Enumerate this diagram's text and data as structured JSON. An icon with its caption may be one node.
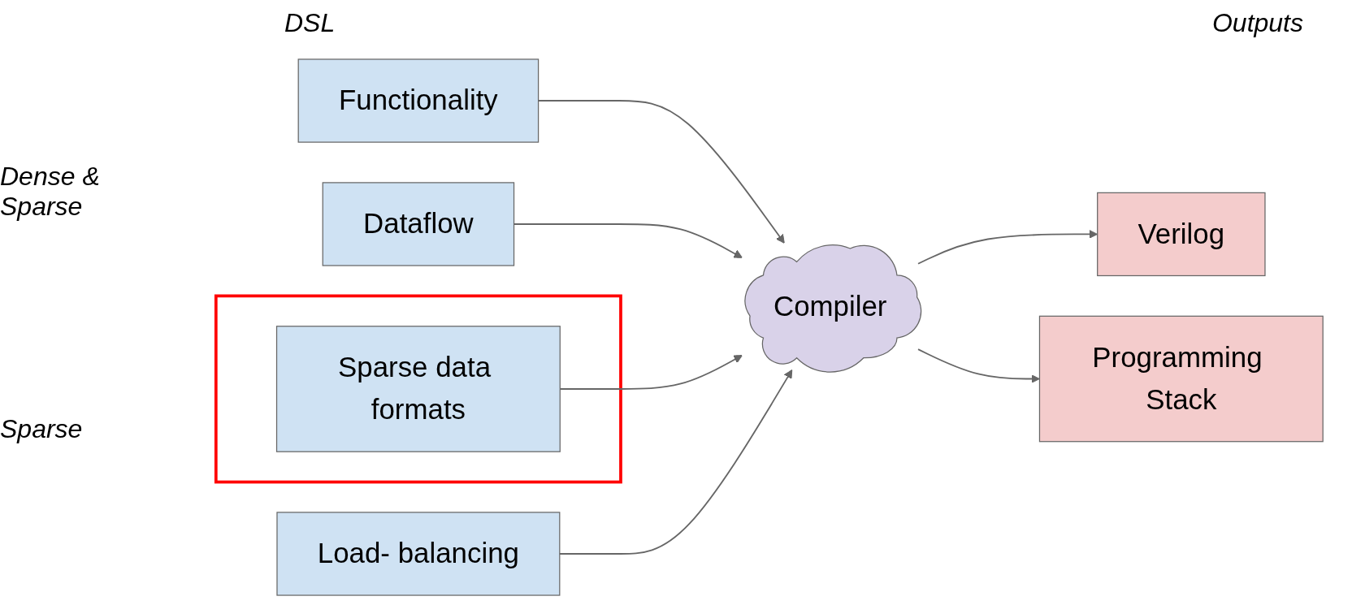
{
  "diagram": {
    "nodes": [
      {
        "text": [
          "Functionality"
        ]
      },
      {
        "text": [
          "Dataflow"
        ]
      },
      {
        "text": [],
        "shape": "box"
      },
      {
        "text": [
          "Sparse data formats"
        ],
        "in": 2
      },
      {
        "text": [
          "Load- balancing"
        ]
      },
      {
        "text": [
          "Compiler"
        ]
      },
      {
        "text": [
          "Verilog"
        ]
      },
      {
        "text": [
          "Programming Stack"
        ]
      }
    ],
    "edges": [
      {
        "from": 0,
        "to": 5,
        "arrow": "to"
      },
      {
        "from": 1,
        "to": 5,
        "arrow": "to"
      },
      {
        "from": 3,
        "to": 5,
        "arrow": "to"
      },
      {
        "from": 4,
        "to": 5,
        "arrow": "to"
      },
      {
        "from": 5,
        "to": 6,
        "arrow": "to"
      },
      {
        "from": 5,
        "to": 7,
        "arrow": "to"
      }
    ],
    "labels": [
      "DSL",
      "Dense & Sparse",
      "Outputs",
      "Sparse"
    ]
  }
}
